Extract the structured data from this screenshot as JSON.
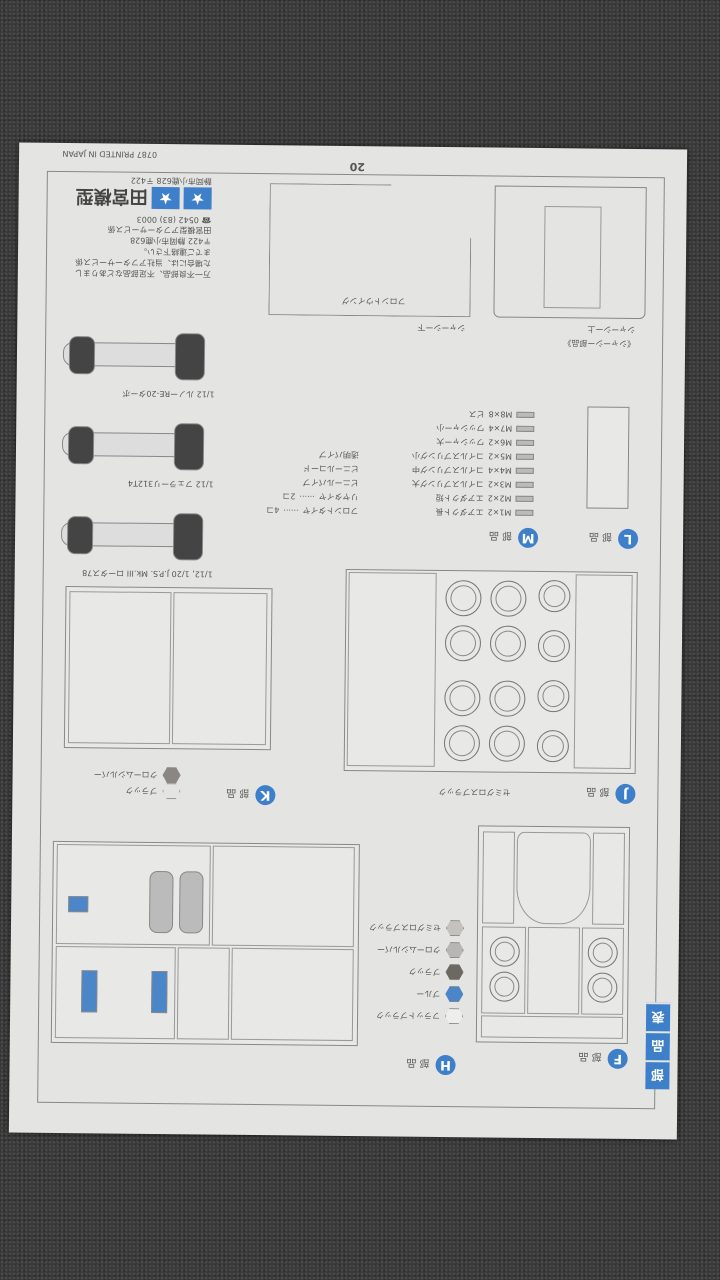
{
  "header": {
    "tab_chars": [
      "部",
      "品",
      "表"
    ],
    "page_number": "20",
    "print_code": "0787",
    "printed_in": "PRINTED IN JAPAN"
  },
  "parts": {
    "F": {
      "letter": "F",
      "label": "部 品"
    },
    "H": {
      "letter": "H",
      "label": "部 品"
    },
    "J": {
      "letter": "J",
      "label": "部 品",
      "note": "セミグロスブラック"
    },
    "K": {
      "letter": "K",
      "label": "部 品",
      "legend": [
        "ブラック",
        "クロームシルバー"
      ]
    },
    "L": {
      "letter": "L",
      "label": "部 品"
    },
    "M": {
      "letter": "M",
      "label": "部 品"
    }
  },
  "color_legend": [
    {
      "label": "フラットブラック",
      "color": "#eeeeec"
    },
    {
      "label": "ブルー",
      "color": "#4a86c8"
    },
    {
      "label": "ブラック",
      "color": "#6e6862"
    },
    {
      "label": "クロームシルバー",
      "color": "#b8b6b2"
    },
    {
      "label": "セミグロスブラック",
      "color": "#c4c2be"
    }
  ],
  "hardware": [
    {
      "code": "M1×2",
      "name": "エアダクト長"
    },
    {
      "code": "M2×2",
      "name": "エアダクト短"
    },
    {
      "code": "M3×2",
      "name": "コイルスプリング大"
    },
    {
      "code": "M4×4",
      "name": "コイルスプリング中"
    },
    {
      "code": "M5×2",
      "name": "コイルスプリング小"
    },
    {
      "code": "M6×2",
      "name": "ワッシャー大"
    },
    {
      "code": "M7×4",
      "name": "ワッシャー小"
    },
    {
      "code": "M8×8",
      "name": "ビス"
    }
  ],
  "extras": [
    {
      "name": "フロントタイヤ",
      "qty": "4コ"
    },
    {
      "name": "リヤタイヤ",
      "qty": "2コ"
    },
    {
      "name": "ビニールパイプ",
      "qty": ""
    },
    {
      "name": "ビニールコード",
      "qty": ""
    },
    {
      "name": "透明パイプ",
      "qty": ""
    }
  ],
  "chassis": {
    "title": "《シャーシー部品》",
    "part1": "シャーシー上",
    "part2": "シャーシー下",
    "part3": "フロントウイング"
  },
  "cars": [
    {
      "caption": "1/12, 1/20 J.P.S. Mk.III ロータス78"
    },
    {
      "caption": "1/12 フェラーリ312T4"
    },
    {
      "caption": "1/12 ルノーRE-20ターボ"
    }
  ],
  "company": {
    "notice1": "万一不良部品、不足部品などありまし",
    "notice2": "た場合には、当社アフターサービス係",
    "notice3": "までご連絡下さい。",
    "addr1": "〒422 静岡市小鹿628",
    "addr2": "田宮模型アフターサービス係",
    "phone": "☎ 0542 (83) 0003",
    "name": "田宮模型",
    "address": "静岡市小鹿628 〒422"
  }
}
